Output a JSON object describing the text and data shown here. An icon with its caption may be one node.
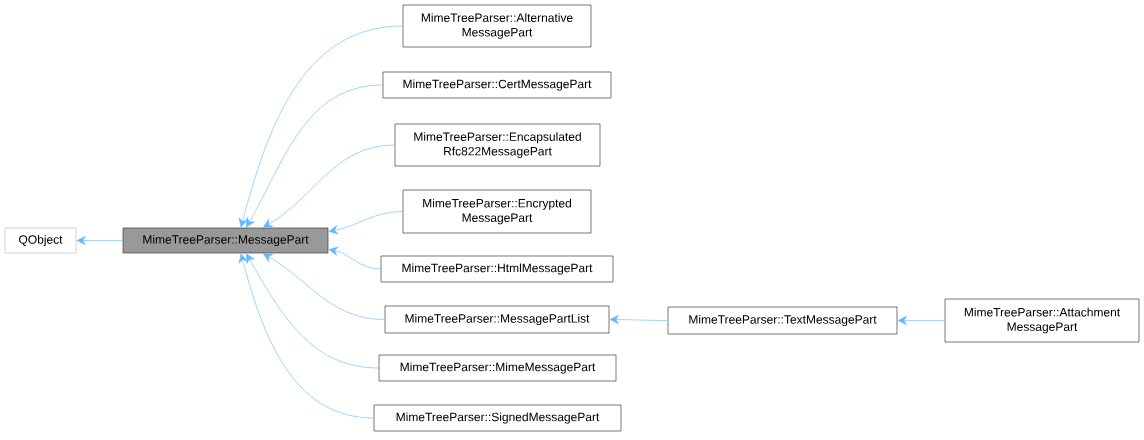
{
  "diagram": {
    "nodes": [
      {
        "text": [
          "QObject"
        ]
      },
      {
        "text": [
          "MimeTreeParser::MessagePart"
        ]
      },
      {
        "text": [
          "MimeTreeParser::Alternative MessagePart"
        ]
      },
      {
        "text": [
          "MimeTreeParser::CertMessagePart"
        ]
      },
      {
        "text": [
          "MimeTreeParser::Encapsulated Rfc822MessagePart"
        ]
      },
      {
        "text": [
          "MimeTreeParser::Encrypted MessagePart"
        ]
      },
      {
        "text": [
          "MimeTreeParser::HtmlMessagePart"
        ]
      },
      {
        "text": [
          "MimeTreeParser::MessagePartList"
        ]
      },
      {
        "text": [
          "MimeTreeParser::MimeMessagePart"
        ]
      },
      {
        "text": [
          "MimeTreeParser::SignedMessagePart"
        ]
      },
      {
        "text": [
          "MimeTreeParser::TextMessagePart"
        ]
      },
      {
        "text": [
          "MimeTreeParser::Attachment MessagePart"
        ]
      }
    ],
    "edges": [
      {
        "from": 1,
        "to": 0,
        "arrow": "to"
      },
      {
        "from": 2,
        "to": 1,
        "arrow": "to"
      },
      {
        "from": 3,
        "to": 1,
        "arrow": "to"
      },
      {
        "from": 4,
        "to": 1,
        "arrow": "to"
      },
      {
        "from": 5,
        "to": 1,
        "arrow": "to"
      },
      {
        "from": 6,
        "to": 1,
        "arrow": "to"
      },
      {
        "from": 7,
        "to": 1,
        "arrow": "to"
      },
      {
        "from": 8,
        "to": 1,
        "arrow": "to"
      },
      {
        "from": 9,
        "to": 1,
        "arrow": "to"
      },
      {
        "from": 10,
        "to": 7,
        "arrow": "to"
      },
      {
        "from": 11,
        "to": 10,
        "arrow": "to"
      }
    ]
  }
}
